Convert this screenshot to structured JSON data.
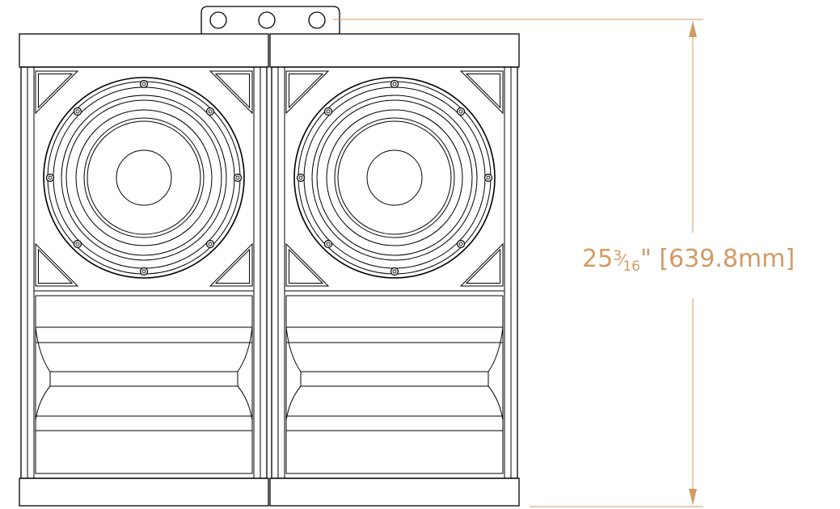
{
  "dimension": {
    "whole": "25",
    "numerator": "3",
    "denominator": "16",
    "suffix": "\" [639.8mm]"
  },
  "colors": {
    "line": "#000000",
    "dimension": "#d49a63"
  }
}
